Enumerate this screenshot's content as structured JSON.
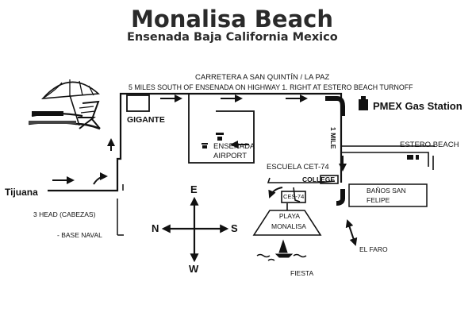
{
  "header": {
    "title": "Monalisa Beach",
    "subtitle": "Ensenada Baja California Mexico"
  },
  "map": {
    "road_line1": "CARRETERA A SAN QUINTÍN / LA PAZ",
    "road_line2": "5 MILES SOUTH OF ENSENADA ON HIGHWAY 1. RIGHT AT ESTERO BEACH TURNOFF",
    "gigante": "GIGANTE",
    "airport_line1": "ENSENADA",
    "airport_line2": "AIRPORT",
    "pemex": "PMEX Gas Station",
    "mile": "1 MILE",
    "estero_beach": "ESTERO BEACH",
    "escuela": "ESCUELA CET-74",
    "college": "COLLEGE",
    "college_sign": "CES-74",
    "banos_line1": "BAÑOS SAN",
    "banos_line2": "FELIPE",
    "playa_line1": "PLAYA",
    "playa_line2": "MONALISA",
    "tijuana": "Tijuana",
    "three_head": "3 HEAD (CABEZAS)",
    "base_naval": "- BASE NAVAL",
    "el_faro": "EL FARO",
    "fiesta": "FIESTA"
  },
  "compass": {
    "n": "N",
    "e": "E",
    "s": "S",
    "w": "W"
  },
  "colors": {
    "ink": "#111111",
    "title": "#2a2a2a",
    "background": "#ffffff"
  }
}
